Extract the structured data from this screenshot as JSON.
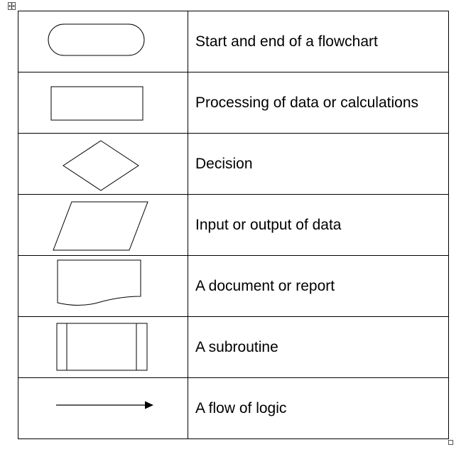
{
  "table": {
    "rows": [
      {
        "symbol_icon": "terminator-oval-icon",
        "description": "Start and end of a flowchart"
      },
      {
        "symbol_icon": "process-rectangle-icon",
        "description": "Processing of data or calculations"
      },
      {
        "symbol_icon": "decision-diamond-icon",
        "description": "Decision"
      },
      {
        "symbol_icon": "input-output-parallelogram-icon",
        "description": "Input or output of data"
      },
      {
        "symbol_icon": "document-icon",
        "description": "A document or report"
      },
      {
        "symbol_icon": "subroutine-icon",
        "description": "A subroutine"
      },
      {
        "symbol_icon": "flow-arrow-icon",
        "description": "A flow of logic"
      }
    ]
  }
}
